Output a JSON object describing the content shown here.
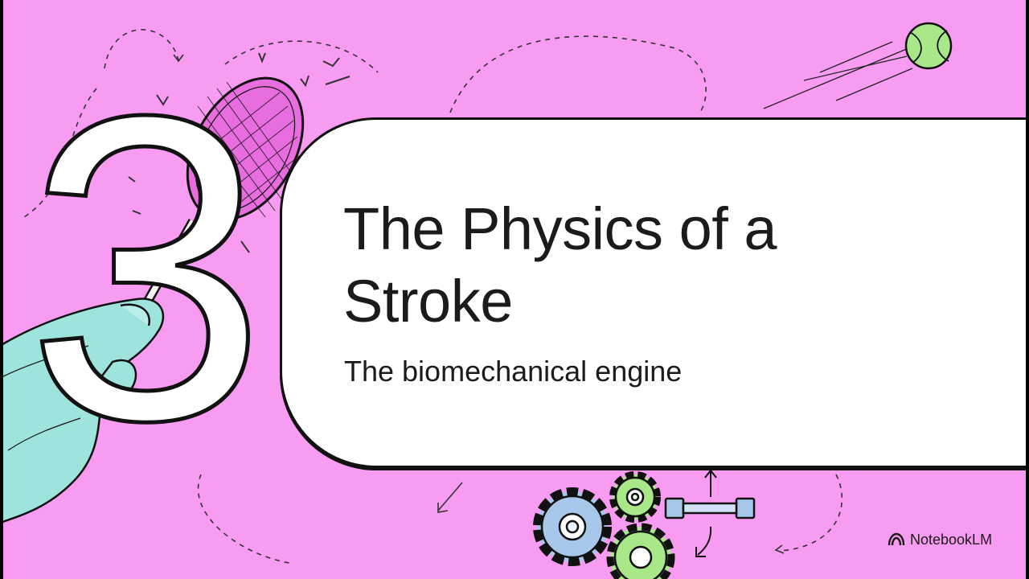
{
  "slide": {
    "section_number": "3",
    "title": "The Physics of a Stroke",
    "subtitle": "The biomechanical engine",
    "background_color": "#f89cf2"
  },
  "brand": {
    "name": "NotebookLM",
    "icon": "notebooklm-logo-icon"
  },
  "illustrations": [
    "tennis-racket-icon",
    "tennis-ball-icon",
    "arm-icon",
    "gears-icon",
    "dumbbell-icon",
    "arrows-icon"
  ]
}
